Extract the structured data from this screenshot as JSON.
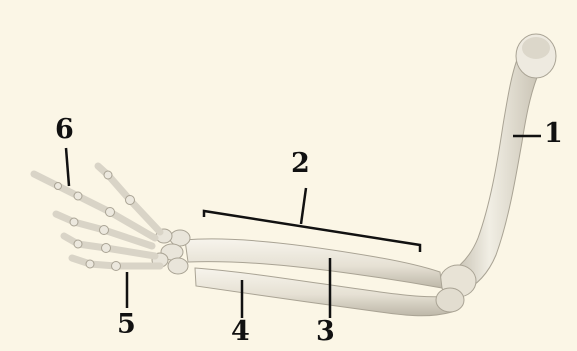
{
  "labels": {
    "l1": "1",
    "l2": "2",
    "l3": "3",
    "l4": "4",
    "l5": "5",
    "l6": "6"
  },
  "colors": {
    "background": "#fbf6e6",
    "bone": "#ece8de",
    "bone_shadow": "#b9b4a6",
    "leader": "#111111"
  }
}
